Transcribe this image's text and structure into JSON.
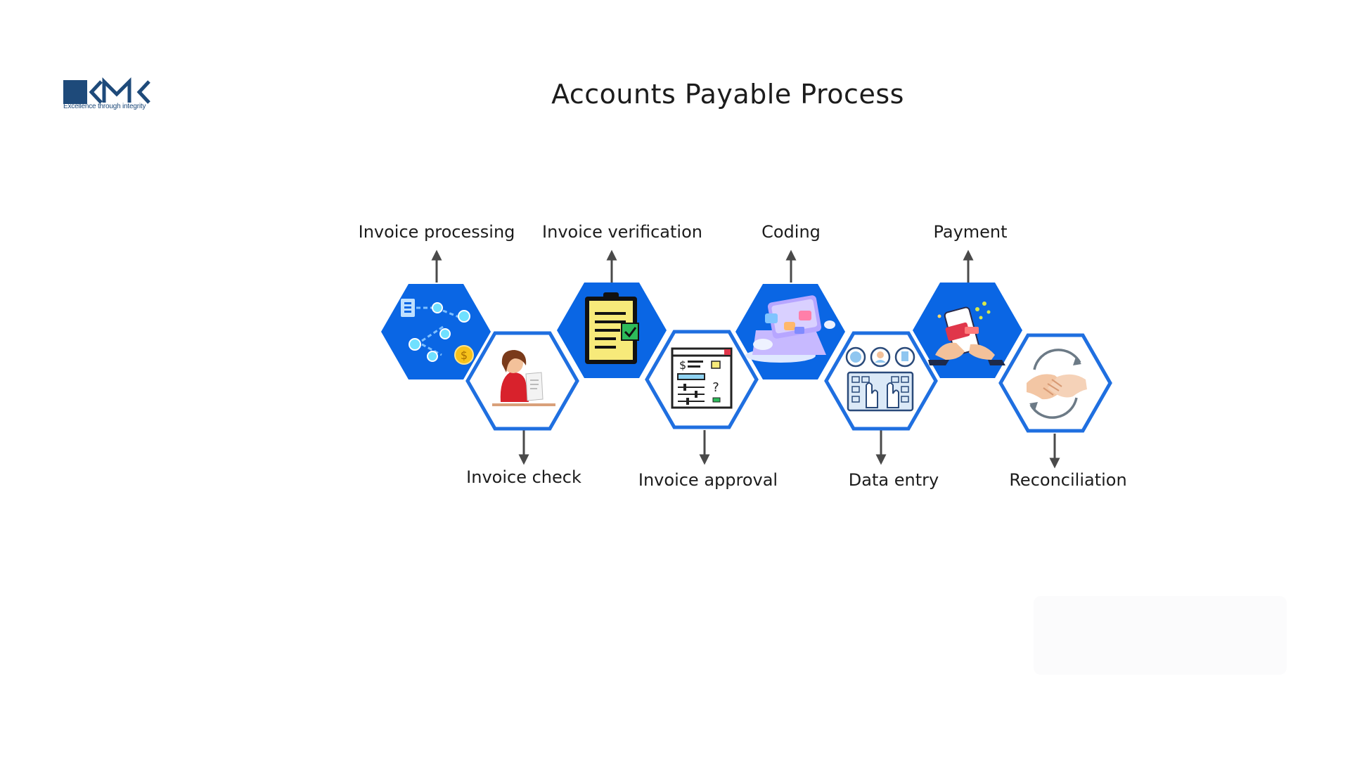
{
  "logo": {
    "mark": "KMK",
    "tagline": "Excellence through integrity",
    "color": "#1e4a7a"
  },
  "title": "Accounts Payable Process",
  "colors": {
    "primary_blue": "#0a66e4",
    "outline_blue": "#1f6fe0",
    "arrow": "#4a4a4a"
  },
  "steps": [
    {
      "label": "Invoice processing",
      "icon": "workflow-dollar-icon",
      "style": "filled",
      "row": "top"
    },
    {
      "label": "Invoice check",
      "icon": "woman-reading-paper-icon",
      "style": "outline",
      "row": "bottom"
    },
    {
      "label": "Invoice verification",
      "icon": "clipboard-check-icon",
      "style": "filled",
      "row": "top"
    },
    {
      "label": "Invoice approval",
      "icon": "invoice-form-icon",
      "style": "outline",
      "row": "bottom"
    },
    {
      "label": "Coding",
      "icon": "laptop-code-icon",
      "style": "filled",
      "row": "top"
    },
    {
      "label": "Data entry",
      "icon": "keyboard-typing-icon",
      "style": "outline",
      "row": "bottom"
    },
    {
      "label": "Payment",
      "icon": "mobile-card-payment-icon",
      "style": "filled",
      "row": "top"
    },
    {
      "label": "Reconciliation",
      "icon": "handshake-cycle-icon",
      "style": "outline",
      "row": "bottom"
    }
  ]
}
